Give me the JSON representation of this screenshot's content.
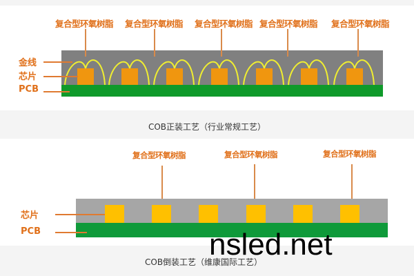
{
  "top_diagram": {
    "resin_label": "复合型环氧树脂",
    "resin_labels": [
      "复合型环氧树脂",
      "复合型环氧树脂",
      "复合型环氧树脂",
      "复合型环氧树脂",
      "复合型环氧树脂"
    ],
    "side_labels": {
      "wire": "金线",
      "chip": "芯片",
      "pcb": "PCB"
    },
    "caption": "COB正装工艺（行业常规工艺）",
    "colors": {
      "encapsulant": "#808080",
      "chip": "#f0960f",
      "wire": "#f0ee30",
      "pcb": "#0f9a2a",
      "label": "#e0701a"
    },
    "chip_count": 7
  },
  "bottom_diagram": {
    "resin_labels": [
      "复合型环氧树脂",
      "复合型环氧树脂",
      "复合型环氧树脂"
    ],
    "side_labels": {
      "chip": "芯片",
      "pcb": "PCB"
    },
    "caption": "COB倒装工艺（维康国际工艺）",
    "colors": {
      "encapsulant": "#a6a6a6",
      "chip": "#ffc000",
      "pcb": "#0f9a3a",
      "label": "#e0701a"
    },
    "chip_count": 6
  },
  "watermark": "nsled.net"
}
